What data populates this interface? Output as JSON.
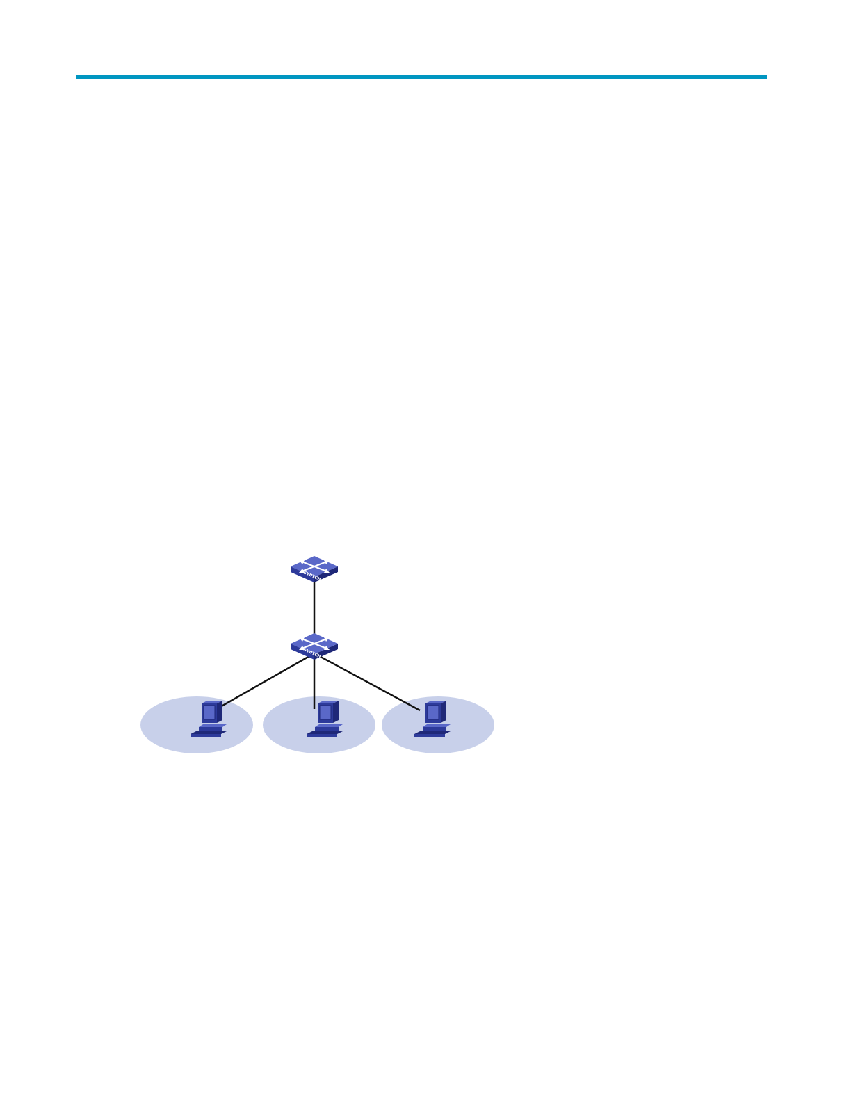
{
  "colors": {
    "rule": "#0096c1",
    "device_top": "#5a68c8",
    "device_front": "#2d3a9a",
    "device_side": "#1f2878",
    "arrow": "#ffffff",
    "link": "#111111",
    "zone": "#c8d0ea"
  },
  "diagram": {
    "nodes": [
      {
        "id": "core-switch",
        "type": "switch",
        "label": "SWITCH",
        "icon": "switch-icon"
      },
      {
        "id": "access-switch",
        "type": "switch",
        "label": "SWITCH",
        "icon": "switch-icon"
      },
      {
        "id": "host-1",
        "type": "pc",
        "icon": "pc-icon"
      },
      {
        "id": "host-2",
        "type": "pc",
        "icon": "pc-icon"
      },
      {
        "id": "host-3",
        "type": "pc",
        "icon": "pc-icon"
      }
    ],
    "links": [
      {
        "from": "core-switch",
        "to": "access-switch"
      },
      {
        "from": "access-switch",
        "to": "host-1"
      },
      {
        "from": "access-switch",
        "to": "host-2"
      },
      {
        "from": "access-switch",
        "to": "host-3"
      }
    ]
  }
}
